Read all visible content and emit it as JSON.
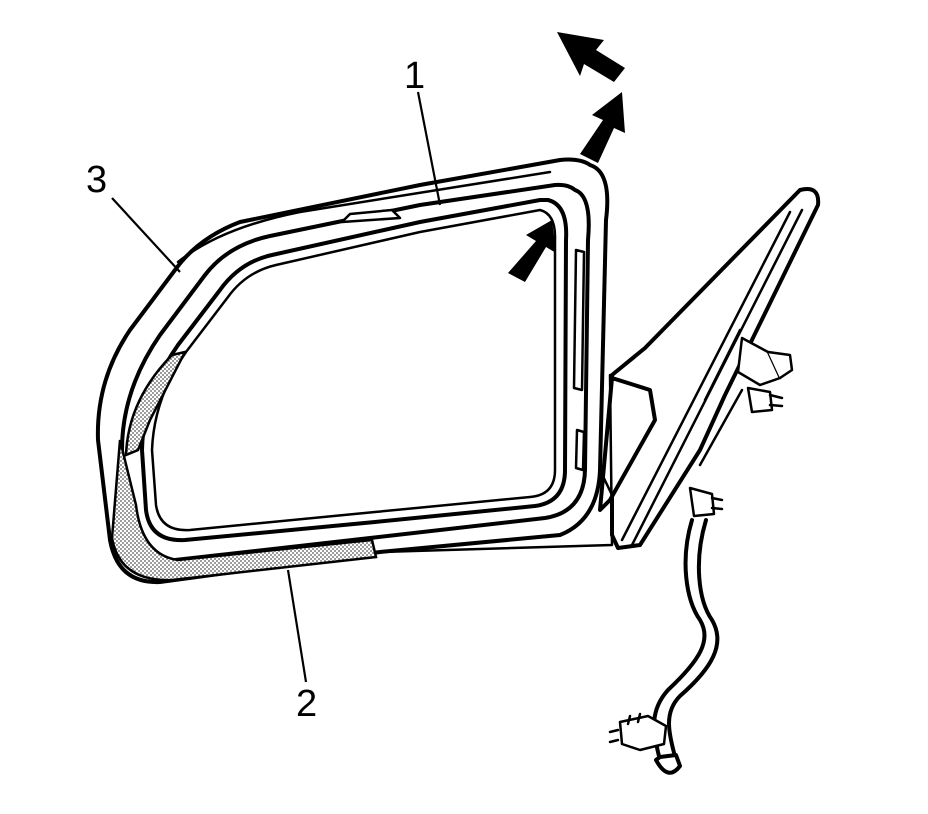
{
  "callouts": {
    "glass": "1",
    "lower_strip": "2",
    "housing": "3"
  },
  "colors": {
    "line": "#000000",
    "background": "#ffffff",
    "stipple": "#7a7a7a"
  }
}
